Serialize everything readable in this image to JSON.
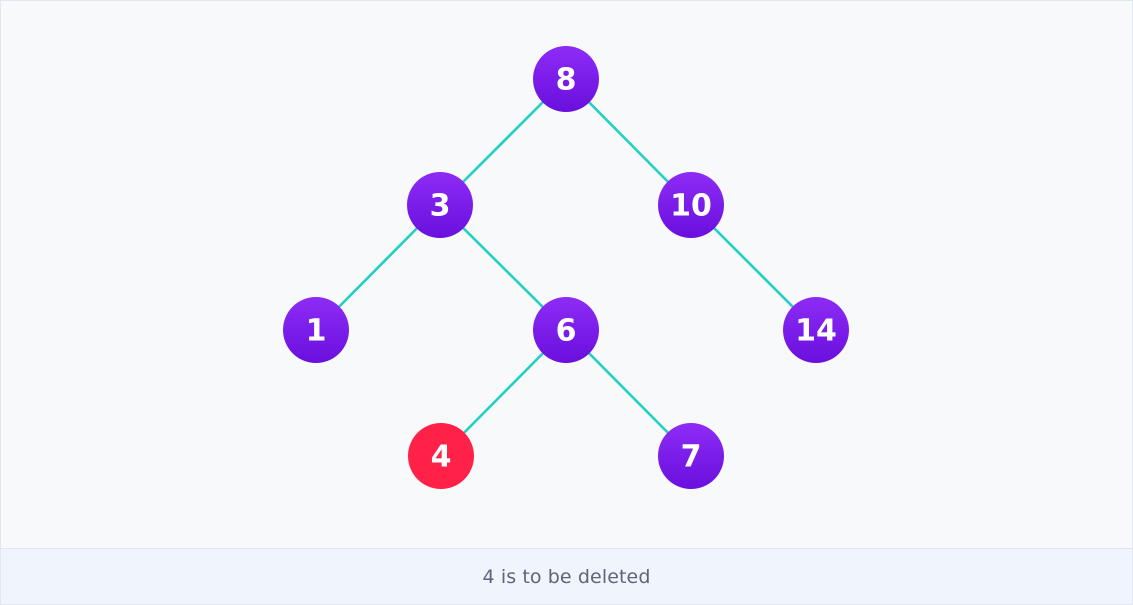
{
  "diagram": {
    "edge_color": "#21d0c3",
    "node_color": "#7a1fe8",
    "node_gradient_top": "#8d2cf5",
    "node_gradient_bottom": "#6a0fde",
    "highlight_color": "#ff2147",
    "label_color": "#ffffff",
    "nodes": [
      {
        "id": "n8",
        "label": "8",
        "highlighted": false
      },
      {
        "id": "n3",
        "label": "3",
        "highlighted": false
      },
      {
        "id": "n10",
        "label": "10",
        "highlighted": false
      },
      {
        "id": "n1",
        "label": "1",
        "highlighted": false
      },
      {
        "id": "n6",
        "label": "6",
        "highlighted": false
      },
      {
        "id": "n14",
        "label": "14",
        "highlighted": false
      },
      {
        "id": "n4",
        "label": "4",
        "highlighted": true
      },
      {
        "id": "n7",
        "label": "7",
        "highlighted": false
      }
    ],
    "edges": [
      {
        "from": "n8",
        "to": "n3"
      },
      {
        "from": "n8",
        "to": "n10"
      },
      {
        "from": "n3",
        "to": "n1"
      },
      {
        "from": "n3",
        "to": "n6"
      },
      {
        "from": "n10",
        "to": "n14"
      },
      {
        "from": "n6",
        "to": "n4"
      },
      {
        "from": "n6",
        "to": "n7"
      }
    ]
  },
  "caption": {
    "text": "4 is to be deleted"
  }
}
